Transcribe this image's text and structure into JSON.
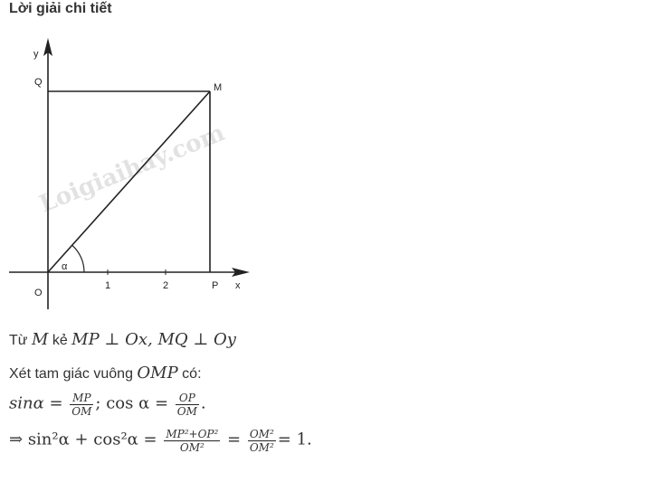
{
  "heading": "Lời giải chi tiết",
  "figure": {
    "watermark": "Loigiaihay.com",
    "labels": {
      "y": "y",
      "x": "x",
      "q": "Q",
      "m": "M",
      "o": "O",
      "p": "P",
      "alpha": "α",
      "tick1": "1",
      "tick2": "2"
    }
  },
  "line1": {
    "t1": "Từ ",
    "m": "M",
    "t2": " kẻ ",
    "math1": "MP ⊥ Ox, ",
    "math2": "MQ ⊥ Oy"
  },
  "line2": {
    "t1": "Xét tam giác vuông ",
    "math": "OMP",
    "t2": " có:"
  },
  "line3": {
    "sin_lhs": "sinα",
    "eq1": " = ",
    "f1_num": "MP",
    "f1_den": "OM",
    "sep": "; ",
    "cos_lhs": "cos α",
    "eq2": " = ",
    "f2_num": "OP",
    "f2_den": "OM",
    "end": "."
  },
  "line4": {
    "arrow": "⇒ ",
    "lhs": "sin²α + cos²α",
    "eq1": " = ",
    "f1_num": "MP²+OP²",
    "f1_den": "OM²",
    "eq2": " = ",
    "f2_num": "OM²",
    "f2_den": "OM²",
    "eq3": "= ",
    "result": "1."
  }
}
